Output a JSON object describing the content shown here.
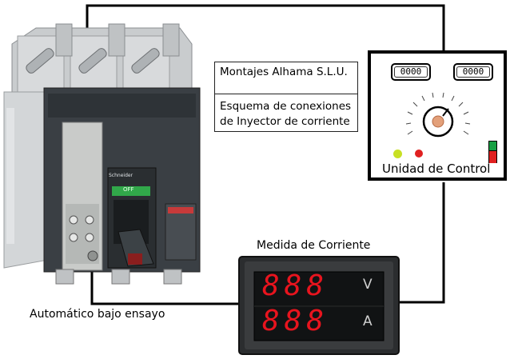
{
  "title_box": {
    "company": "Montajes Alhama S.L.U.",
    "subtitle_line1": "Esquema de conexiones",
    "subtitle_line2": "de Inyector de corriente"
  },
  "control_unit": {
    "label": "Unidad de Control",
    "display_left": "0000",
    "display_right": "0000",
    "led_left_color": "#c8e024",
    "led_right_color": "#e02020"
  },
  "meter": {
    "label": "Medida de Corriente",
    "top_digits": "888",
    "top_unit": "V",
    "bottom_digits": "888",
    "bottom_unit": "A",
    "digit_color": "#e8141e"
  },
  "breaker": {
    "label": "Automático bajo ensayo",
    "off_label": "OFF",
    "brand_label": "Schneider"
  },
  "colors": {
    "wire": "#000000",
    "breaker_body": "#3a3f44",
    "breaker_top": "#c9ccce"
  }
}
